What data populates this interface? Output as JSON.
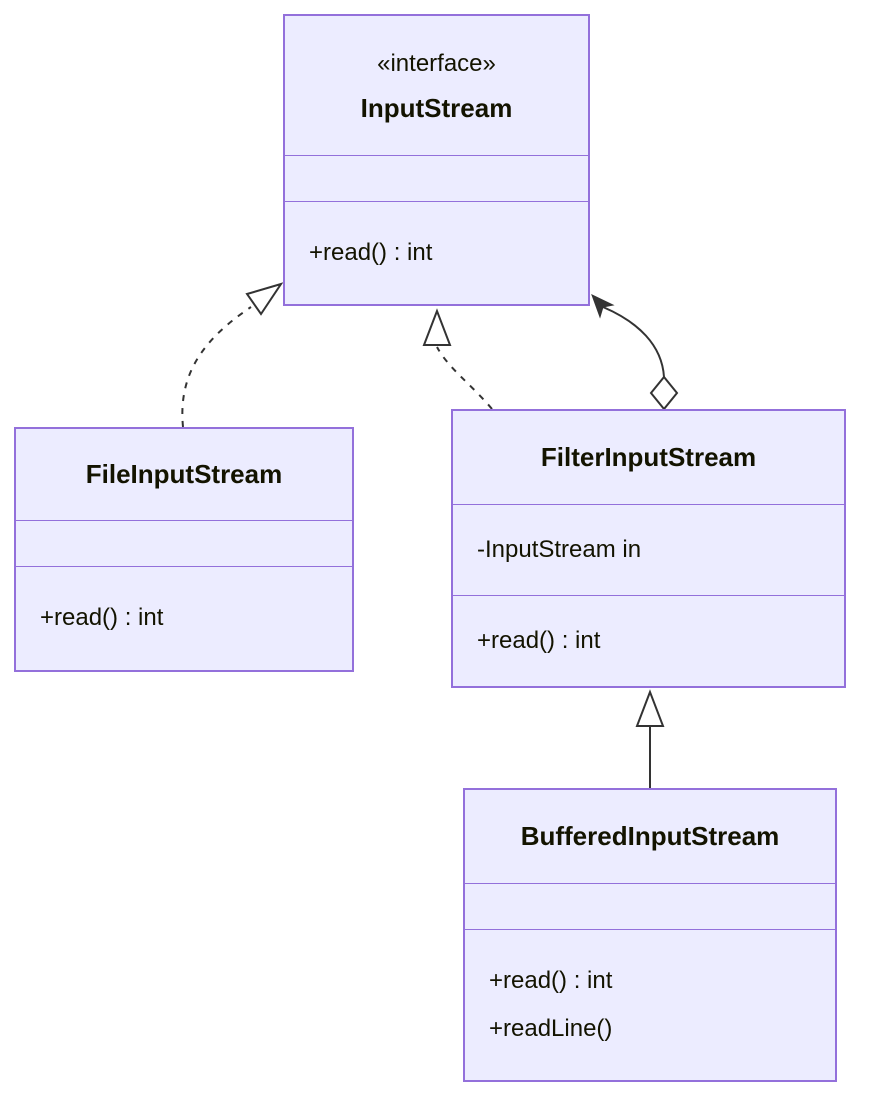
{
  "diagram_type": "uml-class-diagram",
  "colors": {
    "box_fill": "#ECECFF",
    "box_border": "#9370DB",
    "edge": "#333333",
    "text": "#131300",
    "page": "#ffffff"
  },
  "classes": [
    {
      "id": "InputStream",
      "stereotype": "«interface»",
      "name": "InputStream",
      "attributes": [],
      "methods": [
        "+read() : int"
      ]
    },
    {
      "id": "FileInputStream",
      "name": "FileInputStream",
      "attributes": [],
      "methods": [
        "+read() : int"
      ]
    },
    {
      "id": "FilterInputStream",
      "name": "FilterInputStream",
      "attributes": [
        "-InputStream in"
      ],
      "methods": [
        "+read() : int"
      ]
    },
    {
      "id": "BufferedInputStream",
      "name": "BufferedInputStream",
      "attributes": [],
      "methods": [
        "+read() : int",
        "+readLine()"
      ]
    }
  ],
  "relationships": [
    {
      "from": "FileInputStream",
      "to": "InputStream",
      "type": "realization",
      "line": "dashed",
      "head": "hollow-triangle"
    },
    {
      "from": "FilterInputStream",
      "to": "InputStream",
      "type": "realization",
      "line": "dashed",
      "head": "hollow-triangle"
    },
    {
      "from": "FilterInputStream",
      "to": "InputStream",
      "type": "aggregation",
      "line": "solid",
      "head": "filled-arrow",
      "tail": "hollow-diamond"
    },
    {
      "from": "BufferedInputStream",
      "to": "FilterInputStream",
      "type": "inheritance",
      "line": "solid",
      "head": "hollow-triangle"
    }
  ]
}
